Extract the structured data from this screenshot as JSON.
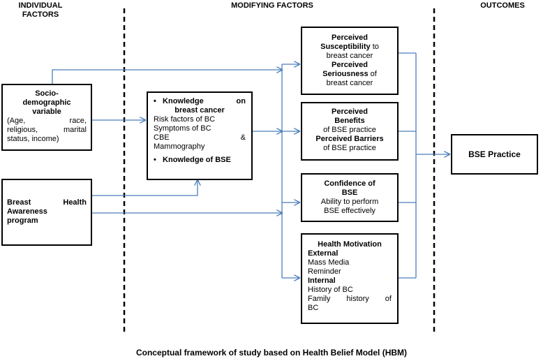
{
  "headers": {
    "individual_line1": "INDIVIDUAL",
    "individual_line2": "FACTORS",
    "modifying": "MODIFYING FACTORS",
    "outcomes": "OUTCOMES"
  },
  "socio": {
    "title_line1": "Socio-",
    "title_line2": "demographic",
    "title_line3": "variable",
    "detail_a1": "(Age,",
    "detail_a2": "race,",
    "detail_b1": "religious,",
    "detail_b2": "marital",
    "detail_c": "status, income)"
  },
  "awareness": {
    "l1a": "Breast",
    "l1b": "Health",
    "l2": "Awareness",
    "l3": "program"
  },
  "knowledge": {
    "bullet": "•",
    "head_a": "Knowledge",
    "head_b": "on",
    "head_c": "breast cancer",
    "item1": "Risk factors of BC",
    "item2": "Symptoms of BC",
    "item3a": "CBE",
    "item3b": "&",
    "item4": "Mammography",
    "bse": "Knowledge of BSE"
  },
  "susceptibility": {
    "l1": "Perceived",
    "l2_bold": "Susceptibility",
    "l2_rest": " to",
    "l3": "breast cancer",
    "l4": "Perceived",
    "l5_bold": "Seriousness",
    "l5_rest": " of",
    "l6": "breast cancer"
  },
  "benefits": {
    "l1": "Perceived",
    "l2": "Benefits",
    "l3": "of BSE practice",
    "l4": "Perceived Barriers",
    "l5": "of BSE practice"
  },
  "confidence": {
    "l1": "Confidence of",
    "l2": "BSE",
    "l3": "Ability to perform",
    "l4": "BSE effectively"
  },
  "motivation": {
    "title": "Health Motivation",
    "external": "External",
    "e1": "Mass Media",
    "e2": "Reminder",
    "internal": "Internal",
    "i1": "History of BC",
    "i2a": "Family",
    "i2b": "history",
    "i2c": "of",
    "i3": "BC"
  },
  "outcome": {
    "label": "BSE Practice"
  },
  "caption": "Conceptual framework of study based on Health Belief Model (HBM)",
  "colors": {
    "arrow": "#4a7ebb",
    "divider": "#000000"
  }
}
